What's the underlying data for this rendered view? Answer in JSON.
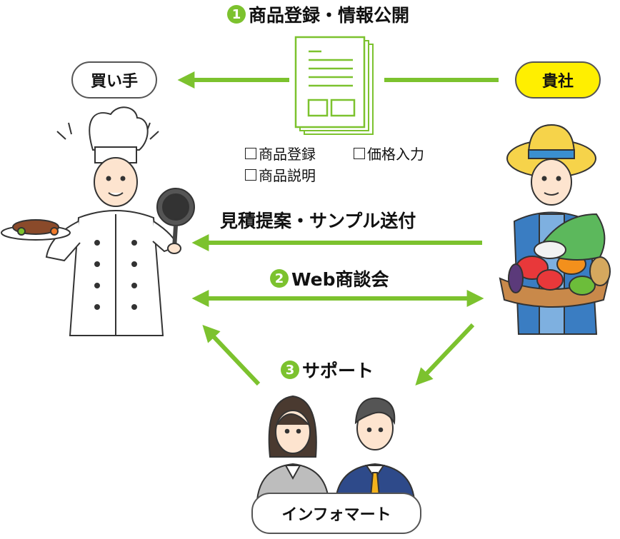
{
  "steps": {
    "s1": {
      "num": "1",
      "label": "商品登録・情報公開"
    },
    "s2": {
      "num": "2",
      "label": "Web商談会"
    },
    "s3": {
      "num": "3",
      "label": "サポート"
    }
  },
  "flow_label": "見積提案・サンプル送付",
  "nodes": {
    "buyer": "買い手",
    "company": "貴社",
    "infomart": "インフォマート"
  },
  "checklist": [
    "商品登録",
    "価格入力",
    "商品説明"
  ],
  "colors": {
    "arrow": "#7cc22e",
    "badge": "#7cc22e",
    "highlight": "#ffef00"
  },
  "icons": [
    "document-icon",
    "chef-icon",
    "farmer-icon",
    "support-staff-icon"
  ]
}
